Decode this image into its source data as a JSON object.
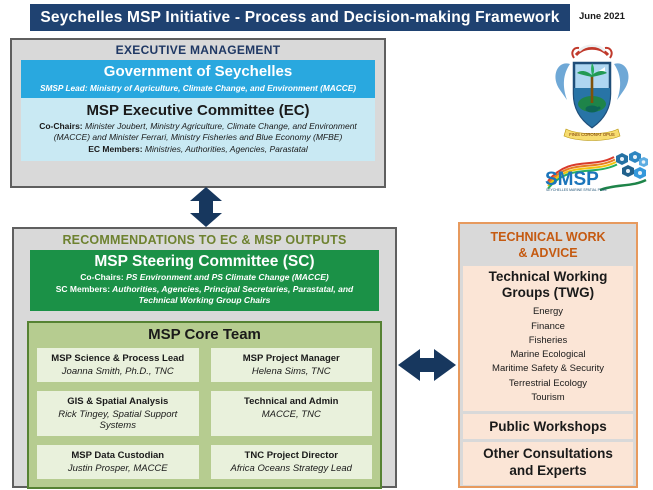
{
  "header": {
    "title": "Seychelles MSP Initiative - Process and Decision-making Framework",
    "date": "June 2021"
  },
  "executive": {
    "title": "EXECUTIVE MANAGEMENT",
    "government": {
      "title": "Government of Seychelles",
      "subtitle": "SMSP Lead: Ministry of Agriculture, Climate Change, and Environment (MACCE)"
    },
    "ec": {
      "title": "MSP Executive Committee (EC)",
      "co_chairs_label": "Co-Chairs:",
      "co_chairs": " Minister Joubert, Ministry Agriculture, Climate Change, and Environment (MACCE) and Minister Ferrari, Ministry Fisheries and Blue Economy (MFBE)",
      "members_label": "EC Members:",
      "members": " Ministries, Authorities, Agencies, Parastatal"
    }
  },
  "recommendations": {
    "title": "RECOMMENDATIONS TO EC & MSP OUTPUTS",
    "sc": {
      "title": "MSP Steering Committee (SC)",
      "co_chairs_label": "Co-Chairs:",
      "co_chairs": " PS Environment and PS Climate Change (MACCE)",
      "members_label": "SC Members:",
      "members": " Authorities, Agencies, Principal Secretaries, Parastatal, and Technical Working Group Chairs"
    },
    "core_team": {
      "title": "MSP Core Team",
      "members": [
        {
          "role": "MSP Science & Process Lead",
          "person": "Joanna Smith, Ph.D., TNC"
        },
        {
          "role": "MSP Project Manager",
          "person": "Helena Sims, TNC"
        },
        {
          "role": "GIS & Spatial Analysis",
          "person": "Rick Tingey, Spatial Support Systems"
        },
        {
          "role": "Technical and Admin",
          "person": "MACCE, TNC"
        },
        {
          "role": "MSP Data Custodian",
          "person": "Justin Prosper, MACCE"
        },
        {
          "role": "TNC Project Director",
          "person": "Africa Oceans Strategy Lead"
        }
      ]
    }
  },
  "technical": {
    "title_line1": "TECHNICAL WORK",
    "title_line2": "& ADVICE",
    "twg": {
      "title": "Technical Working Groups (TWG)",
      "groups": [
        "Energy",
        "Finance",
        "Fisheries",
        "Marine Ecological",
        "Maritime Safety & Security",
        "Terrestrial Ecology",
        "Tourism"
      ]
    },
    "public_workshops": "Public Workshops",
    "other": "Other Consultations and Experts"
  },
  "logos": {
    "crest": {
      "name": "seychelles-coat-of-arms",
      "motto": "FINIS CORONAT OPUS"
    },
    "smsp": {
      "text": "SMSP",
      "caption": "SEYCHELLES MARINE SPATIAL PLAN"
    }
  },
  "colors": {
    "header_navy": "#1F4271",
    "arrow_navy": "#17375E",
    "gov_cyan": "#29A8DF",
    "ec_pale_blue": "#C9E9F3",
    "panel_gray": "#D9D9D9",
    "rec_title_olive": "#6E8230",
    "sc_green": "#1B9147",
    "core_sage": "#B6CC90",
    "core_cell_pale_green": "#E9F1DC",
    "tech_orange_title": "#C55A11",
    "tech_border_orange": "#E79A5E",
    "tech_peach": "#FBE5D6"
  }
}
